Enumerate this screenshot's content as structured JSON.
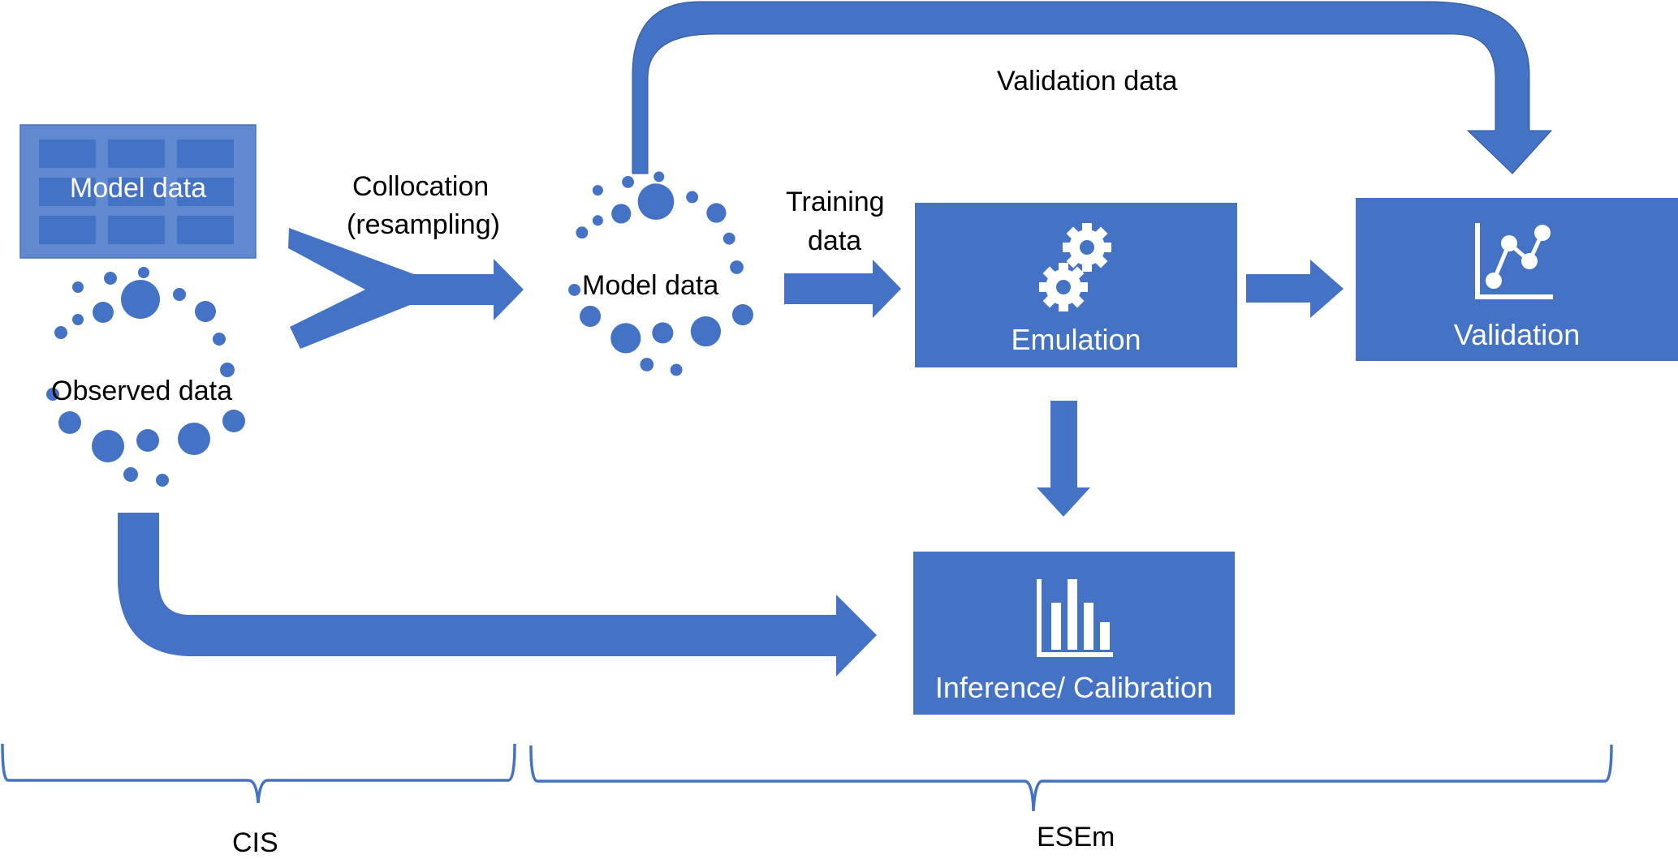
{
  "title": "CIS / ESEm workflow",
  "colors": {
    "primary": "#4472c4",
    "table_light": "#6189cf",
    "text": "#000000",
    "text_on_primary": "#ffffff"
  },
  "nodes": {
    "model_table": {
      "label": "Model data",
      "icon": "table-grid-icon"
    },
    "observed": {
      "label": "Observed data",
      "icon": "dot-cluster-icon"
    },
    "model_collocated": {
      "label": "Model data",
      "icon": "dot-cluster-icon"
    },
    "emulation": {
      "label": "Emulation",
      "icon": "gears-icon"
    },
    "validation": {
      "label": "Validation",
      "icon": "line-chart-icon"
    },
    "inference": {
      "label": "Inference/ Calibration",
      "icon": "bar-chart-icon"
    }
  },
  "edges": {
    "collocation": {
      "line1": "Collocation",
      "line2": "(resampling)"
    },
    "training": {
      "line1": "Training",
      "line2": "data"
    },
    "validation_data": {
      "label": "Validation data"
    }
  },
  "groups": {
    "cis": {
      "label": "CIS"
    },
    "esem": {
      "label": "ESEm"
    }
  }
}
